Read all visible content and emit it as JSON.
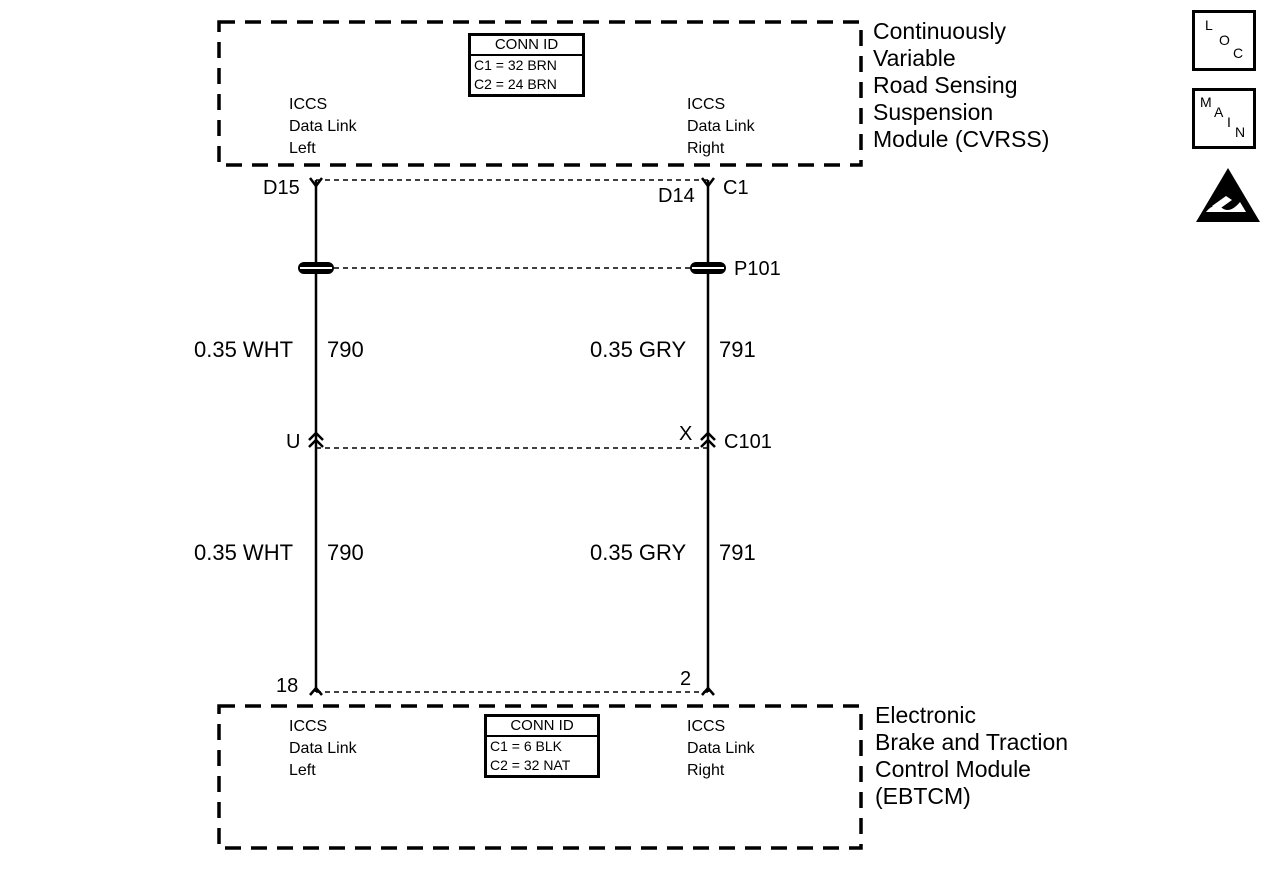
{
  "top_module": {
    "name": "Continuously\nVariable\nRoad Sensing\nSuspension\nModule (CVRSS)",
    "conn_id": {
      "title": "CONN ID",
      "c1": "C1 = 32 BRN",
      "c2": "C2 = 24 BRN"
    },
    "left_pin_label": "ICCS\nData Link\nLeft",
    "right_pin_label": "ICCS\nData Link\nRight",
    "left_terminal": "D15",
    "right_terminal": "D14",
    "connector": "C1"
  },
  "splice": {
    "name": "P101"
  },
  "inline_connector": {
    "name": "C101",
    "left_pin": "U",
    "right_pin": "X"
  },
  "wires": {
    "left_upper": {
      "size_color": "0.35 WHT",
      "circuit": "790"
    },
    "right_upper": {
      "size_color": "0.35 GRY",
      "circuit": "791"
    },
    "left_lower": {
      "size_color": "0.35 WHT",
      "circuit": "790"
    },
    "right_lower": {
      "size_color": "0.35 GRY",
      "circuit": "791"
    }
  },
  "bottom_module": {
    "name": "Electronic\nBrake and Traction\nControl Module\n(EBTCM)",
    "conn_id": {
      "title": "CONN ID",
      "c1": "C1 = 6 BLK",
      "c2": "C2 = 32 NAT"
    },
    "left_pin_label": "ICCS\nData Link\nLeft",
    "right_pin_label": "ICCS\nData Link\nRight",
    "left_terminal": "18",
    "right_terminal": "2"
  },
  "side_icons": {
    "loc": {
      "l1": "L",
      "l2": "O",
      "l3": "C",
      "icon": "location-icon"
    },
    "main": {
      "l1": "M",
      "l2": "A",
      "l3": "I",
      "l4": "N",
      "icon": "main-icon"
    },
    "esd": {
      "icon": "esd-warning-icon"
    }
  },
  "colors": {
    "ink": "#000000",
    "background": "#ffffff"
  }
}
